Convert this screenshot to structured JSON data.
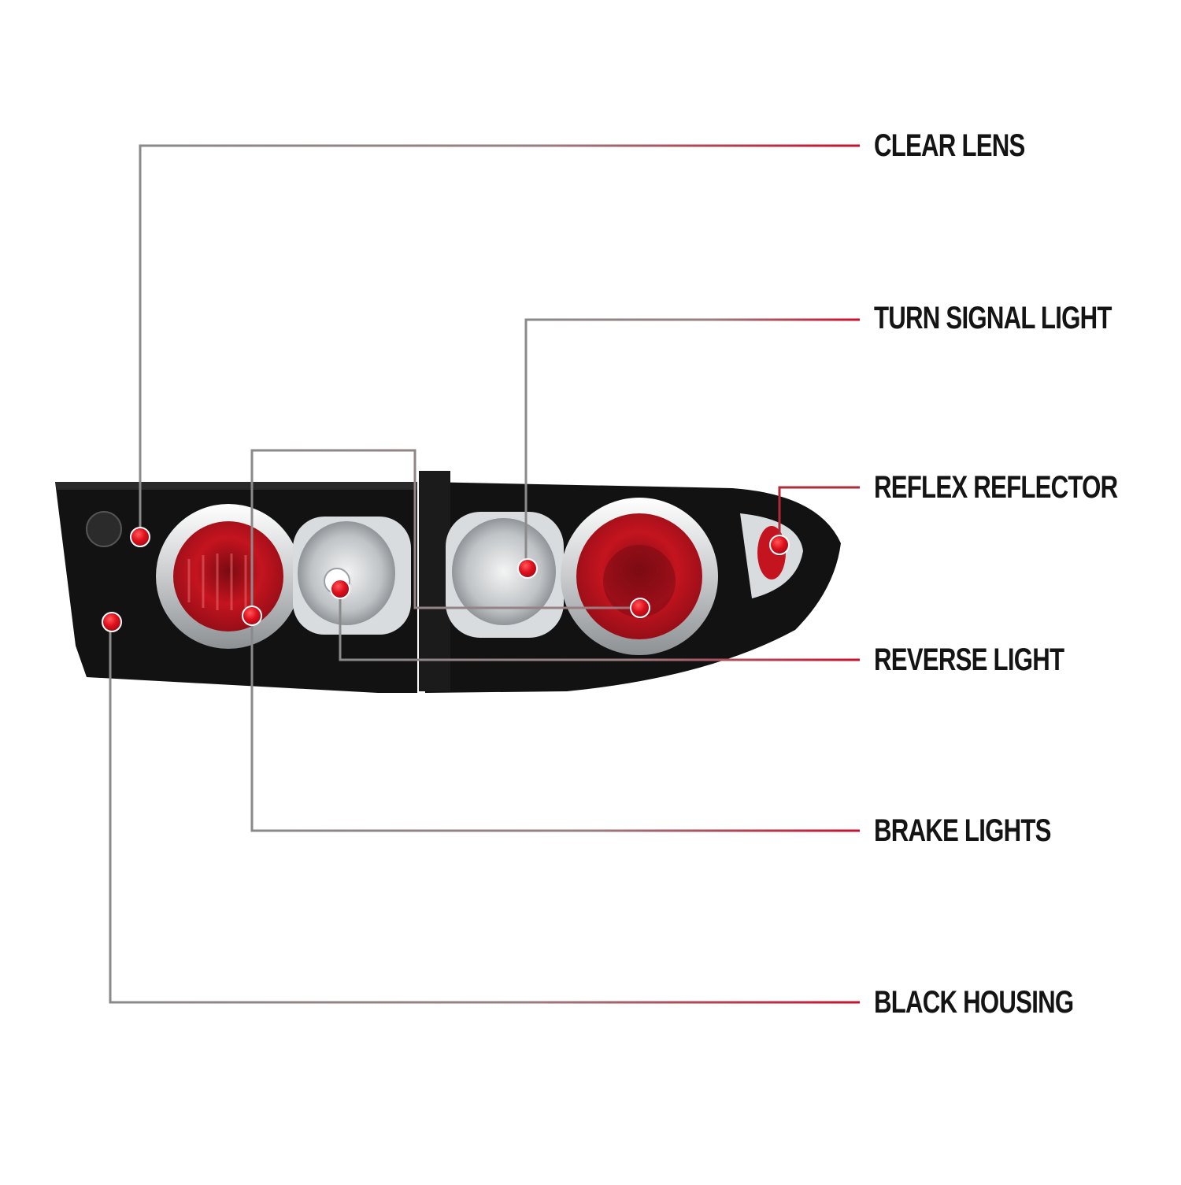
{
  "colors": {
    "line_gray": "#8a8a8a",
    "line_red": "#c8102e",
    "dot_red": "#e0101e",
    "housing_black": "#111111",
    "chrome": "#d6d6d6",
    "lens_red": "#b3121c"
  },
  "callouts": [
    {
      "id": "clear-lens",
      "label": "CLEAR LENS"
    },
    {
      "id": "turn-signal-light",
      "label": "TURN SIGNAL LIGHT"
    },
    {
      "id": "reflex-reflector",
      "label": "REFLEX REFLECTOR"
    },
    {
      "id": "reverse-light",
      "label": "REVERSE LIGHT"
    },
    {
      "id": "brake-lights",
      "label": "BRAKE LIGHTS"
    },
    {
      "id": "black-housing",
      "label": "BLACK HOUSING"
    }
  ]
}
